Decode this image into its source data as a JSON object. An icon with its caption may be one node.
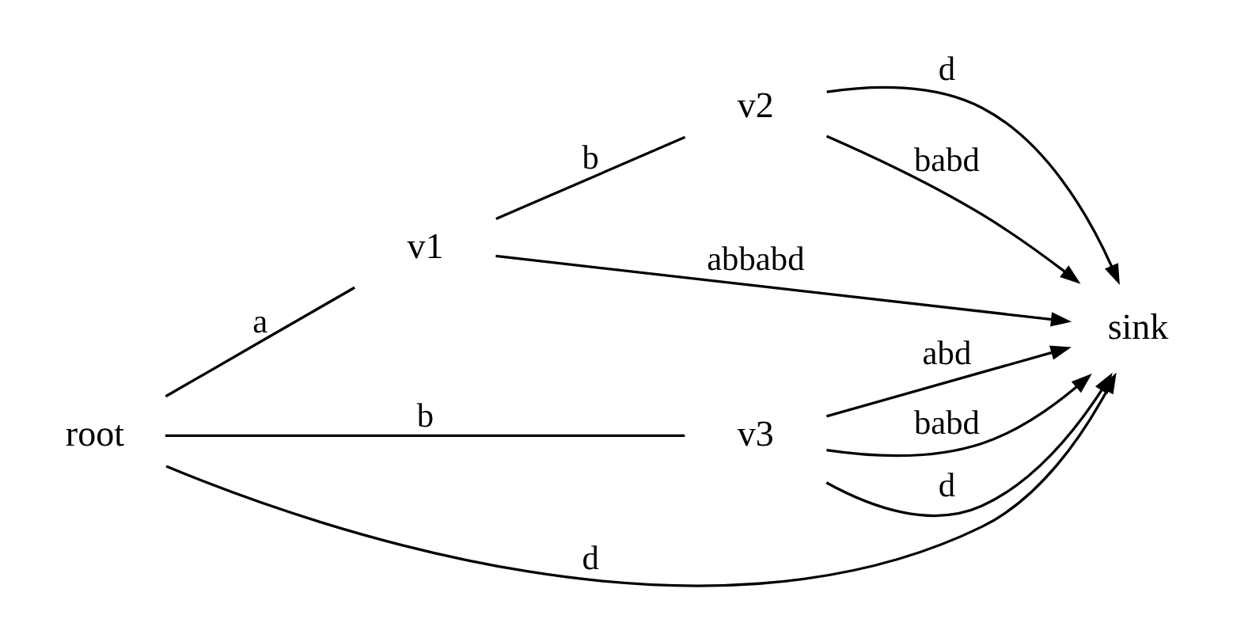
{
  "diagram": {
    "nodes": [
      {
        "text": [
          "root"
        ]
      },
      {
        "text": [
          "v1"
        ]
      },
      {
        "text": [
          "v2"
        ]
      },
      {
        "text": [
          "v3"
        ]
      },
      {
        "text": [
          "sink"
        ]
      }
    ],
    "edges": [
      {
        "from": 0,
        "to": 4,
        "arrow": "to",
        "label": "d"
      },
      {
        "from": 0,
        "to": 1,
        "arrow": "none",
        "label": "a"
      },
      {
        "from": 0,
        "to": 3,
        "arrow": "none",
        "label": "b"
      },
      {
        "from": 1,
        "to": 2,
        "arrow": "none",
        "label": "b"
      },
      {
        "from": 1,
        "to": 4,
        "arrow": "to",
        "label": "abbabd"
      },
      {
        "from": 2,
        "to": 4,
        "arrow": "to",
        "label": "d"
      },
      {
        "from": 2,
        "to": 4,
        "arrow": "to",
        "label": "babd"
      },
      {
        "from": 3,
        "to": 4,
        "arrow": "to",
        "label": "abd"
      },
      {
        "from": 3,
        "to": 4,
        "arrow": "to",
        "label": "babd"
      },
      {
        "from": 3,
        "to": 4,
        "arrow": "to",
        "label": "d"
      }
    ]
  }
}
